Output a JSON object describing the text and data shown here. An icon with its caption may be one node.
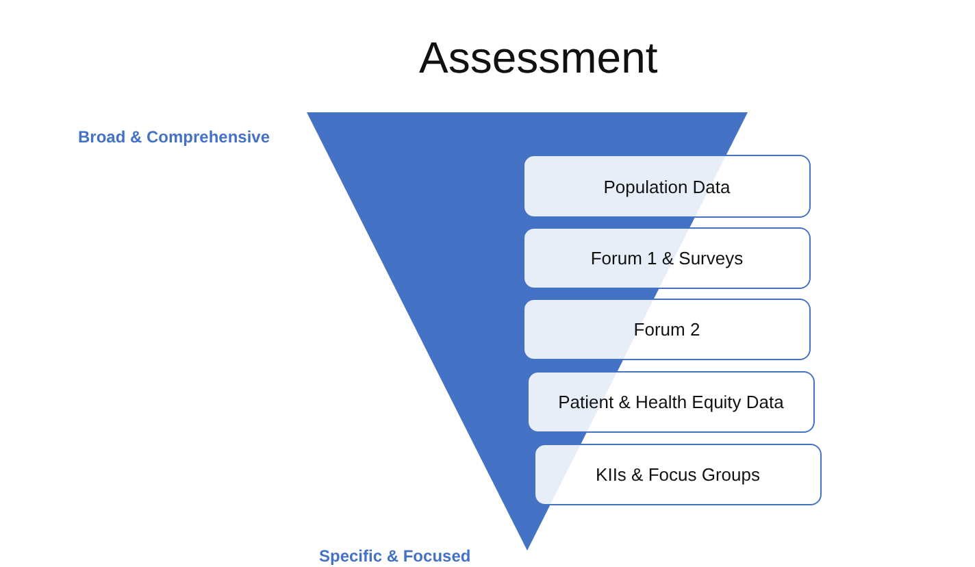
{
  "diagram": {
    "title": "Assessment",
    "nodes": [
      {
        "text": [],
        "shape": "triangle"
      },
      {
        "text": [
          "Population Data"
        ]
      },
      {
        "text": [
          "Forum 1 & Surveys"
        ]
      },
      {
        "text": [
          "Forum 2"
        ]
      },
      {
        "text": [
          "Patient & Health Equity Data"
        ]
      },
      {
        "text": [
          "KIIs & Focus Groups"
        ]
      }
    ],
    "labels": [
      "Broad & Comprehensive",
      "Specific & Focused"
    ]
  }
}
